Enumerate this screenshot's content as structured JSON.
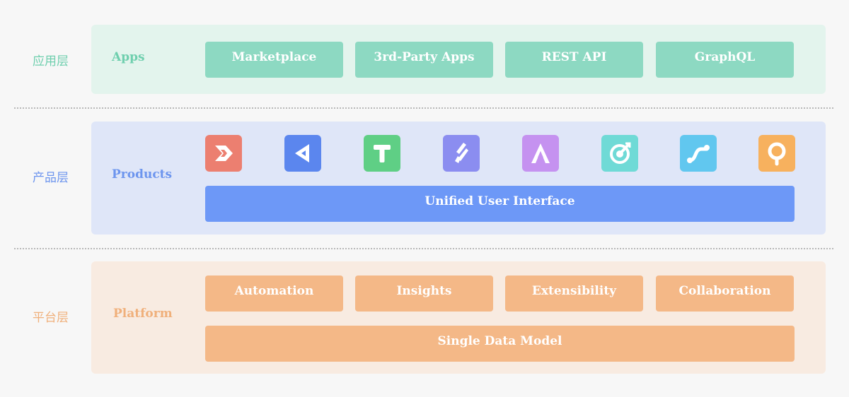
{
  "layers": {
    "apps": {
      "label": "应用层",
      "title": "Apps",
      "items": [
        "Marketplace",
        "3rd-Party Apps",
        "REST API",
        "GraphQL"
      ]
    },
    "products": {
      "label": "产品层",
      "title": "Products",
      "icons": [
        "jira-align-icon",
        "jira-work-management-icon",
        "trello-icon",
        "confluence-icon",
        "atlas-icon",
        "opsgenie-icon",
        "bitbucket-pipelines-icon",
        "jira-product-discovery-icon"
      ],
      "bar": "Unified User Interface"
    },
    "platform": {
      "label": "平台层",
      "title": "Platform",
      "items": [
        "Automation",
        "Insights",
        "Extensibility",
        "Collaboration"
      ],
      "bar": "Single Data Model"
    }
  },
  "colors": {
    "apps_label": "#6fcfae",
    "apps_panel": "#e3f4ed",
    "apps_box": "#8dd9c2",
    "products_label": "#6d95ee",
    "products_panel": "#dfe6f8",
    "products_box": "#6d98f7",
    "platform_label": "#f0b07b",
    "platform_panel": "#f8ebe1",
    "platform_box": "#f4b887"
  }
}
